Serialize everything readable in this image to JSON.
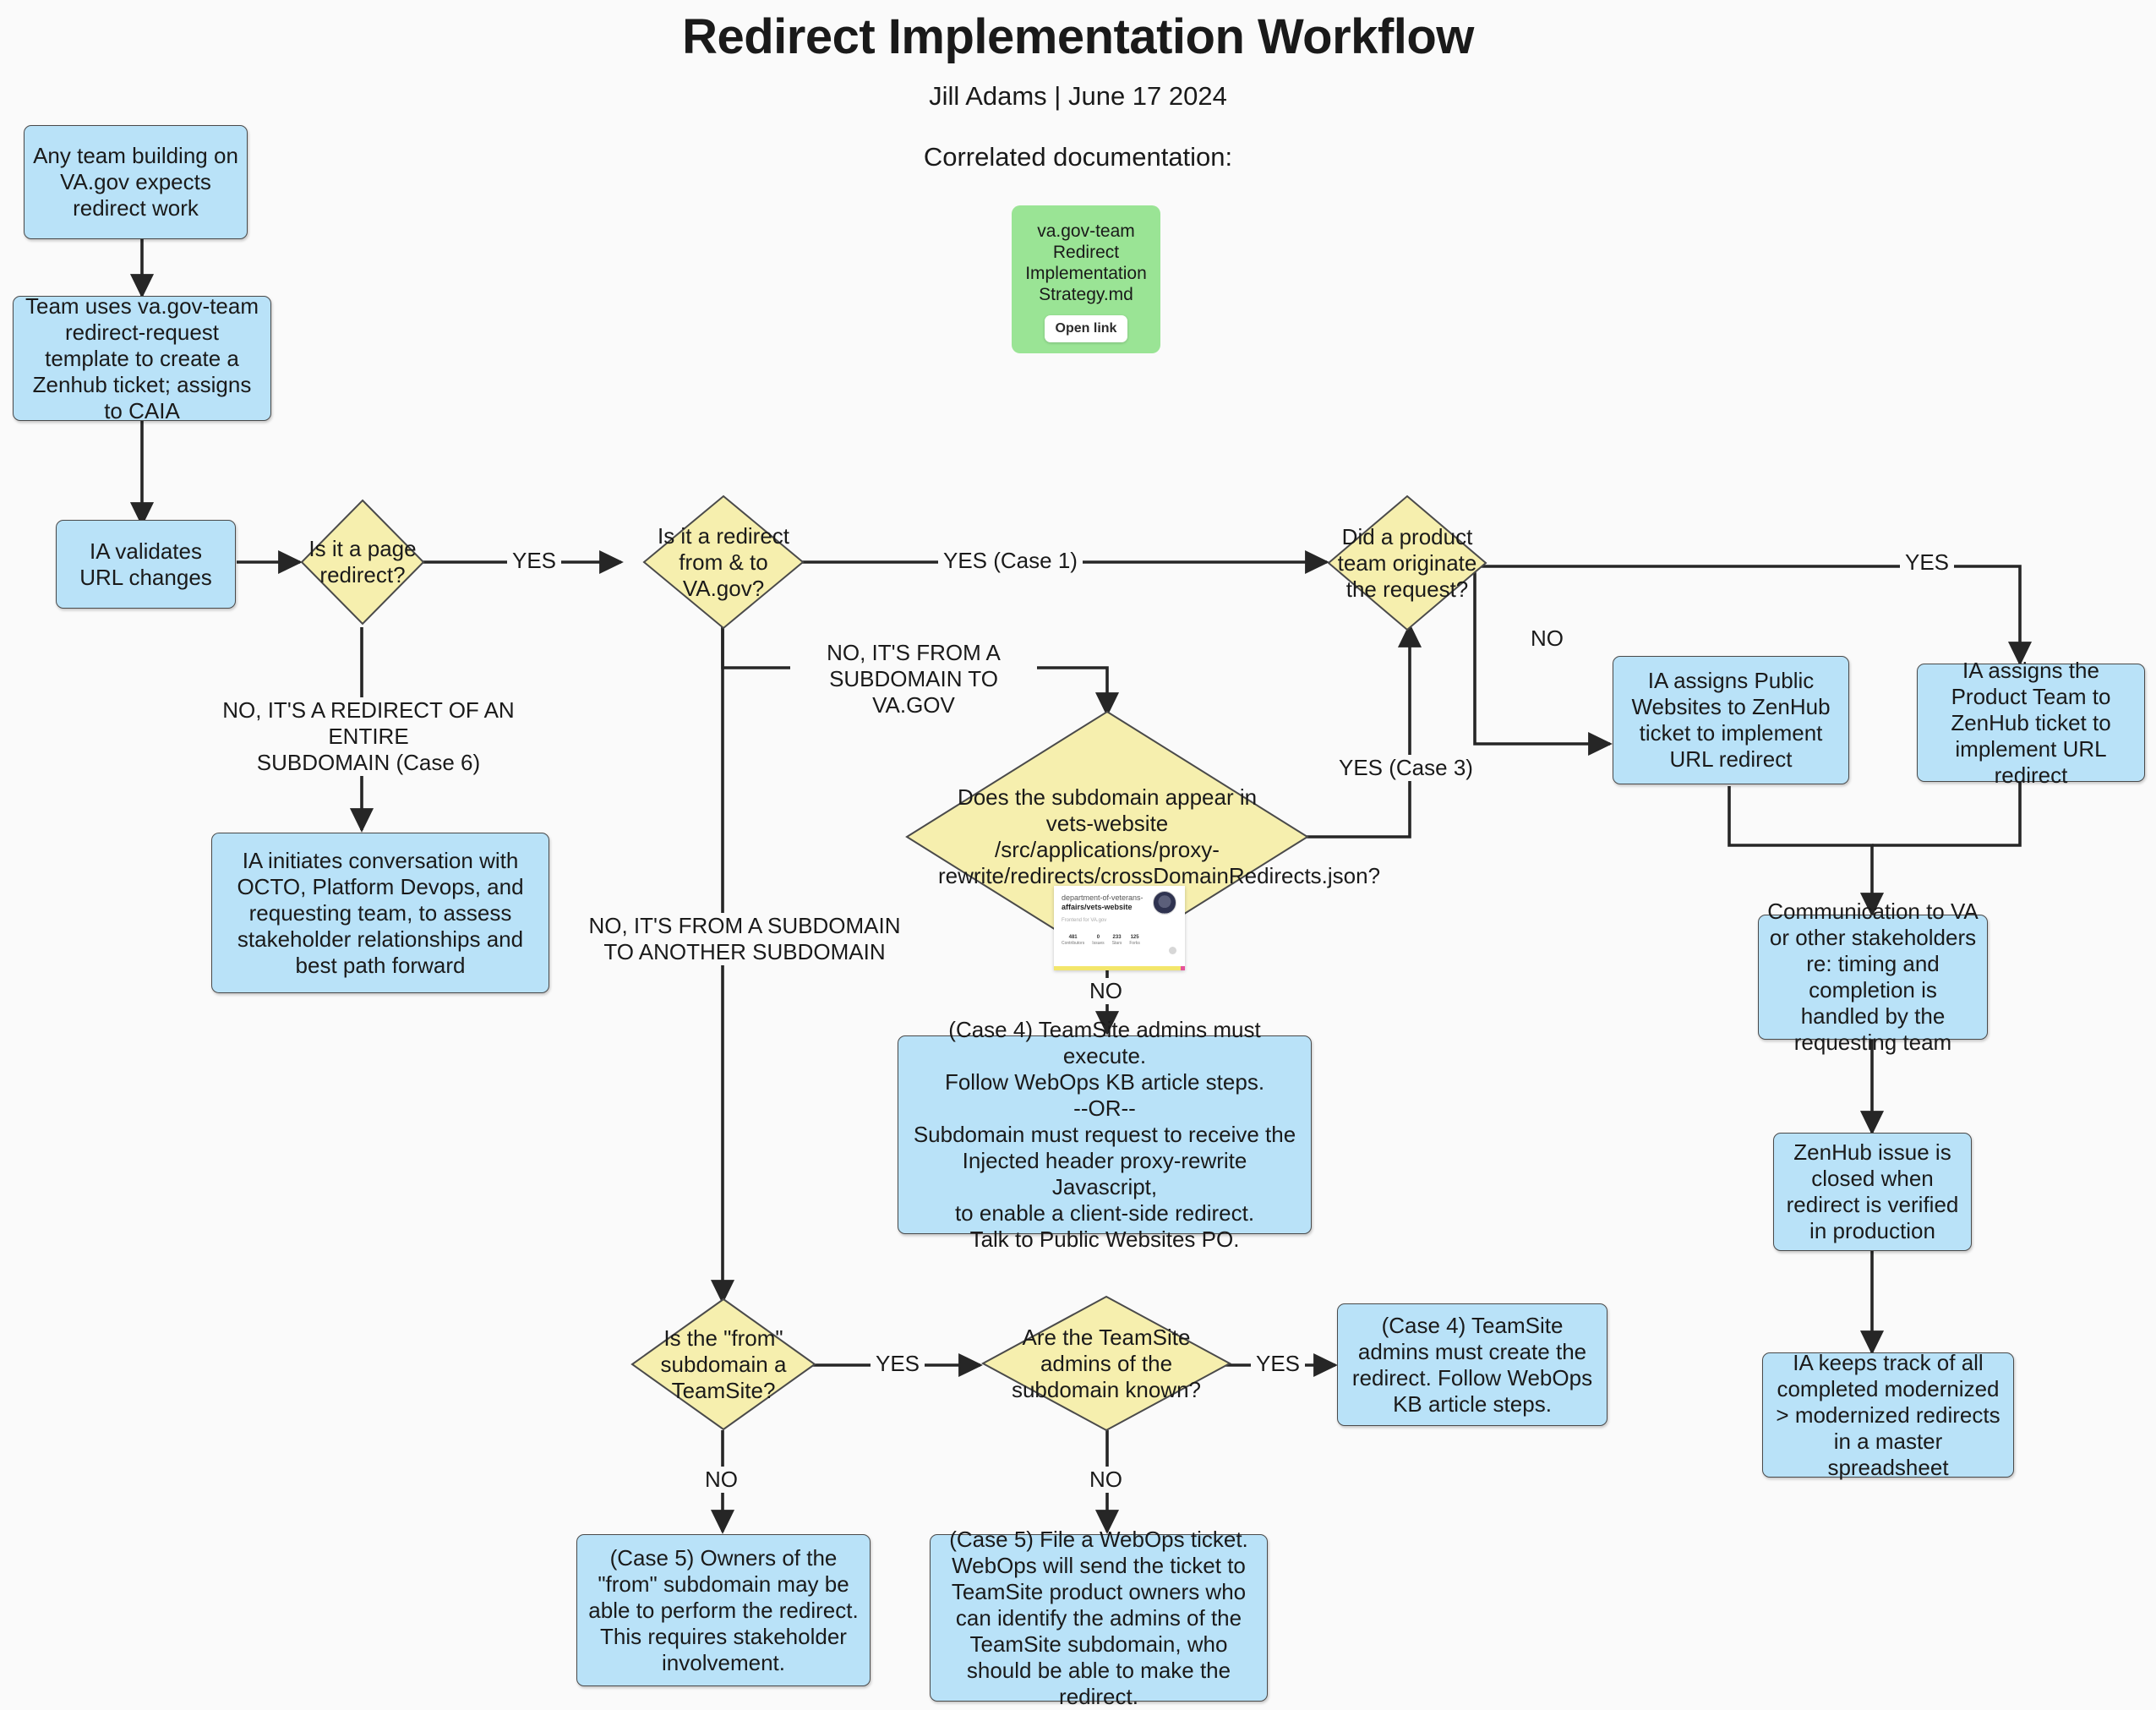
{
  "header": {
    "title": "Redirect Implementation Workflow",
    "byline": "Jill Adams | June 17 2024",
    "correlated_label": "Correlated documentation:"
  },
  "doc_card": {
    "title": "va.gov-team Redirect Implementation Strategy.md",
    "open_link_label": "Open link",
    "color": "#9ae495"
  },
  "github_card": {
    "owner": "department-of-veterans-",
    "repo_line": "affairs/vets-website",
    "tagline": "Frontend for VA.gov",
    "stats": [
      {
        "value": "481",
        "label": "Contributors"
      },
      {
        "value": "0",
        "label": "Issues"
      },
      {
        "value": "233",
        "label": "Stars"
      },
      {
        "value": "125",
        "label": "Forks"
      }
    ],
    "lang_color": "#f3e66b"
  },
  "colors": {
    "process_fill": "#b9e2f8",
    "decision_fill": "#f6efae",
    "stroke": "#4a4a4a",
    "edge": "#262626",
    "background": "#fafafa"
  },
  "nodes": {
    "start": "Any team building on VA.gov expects redirect work",
    "template": "Team uses va.gov-team redirect-request template to create a Zenhub ticket; assigns to CAIA",
    "validate": "IA validates URL changes",
    "d_page_redirect": "Is it a page redirect?",
    "d_from_to_vagov": "Is it a redirect from & to VA.gov?",
    "d_product_team": "Did a product team originate the request?",
    "d_subdomain_json": "Does the subdomain appear in vets-website /src/applications/proxy-rewrite/redirects/crossDomainRedirects.json?",
    "d_from_teamsite": "Is the \"from\" subdomain a TeamSite?",
    "d_admins_known": "Are the TeamSite admins of the subdomain known?",
    "ia_conversation": "IA initiates conversation with OCTO, Platform Devops, and requesting team, to assess stakeholder relationships and best path forward",
    "ia_public_websites": "IA assigns Public Websites to ZenHub ticket to implement URL redirect",
    "ia_product_team": "IA assigns the Product Team to ZenHub ticket to implement URL redirect",
    "communication": "Communication to VA or other stakeholders re: timing and completion is handled by the requesting team",
    "zenhub_closed": "ZenHub issue is closed when redirect is verified in production",
    "ia_tracking": "IA keeps track of all completed modernized > modernized redirects in a master spreadsheet",
    "case4_long": "(Case 4) TeamSite admins must execute.\nFollow WebOps KB article steps.\n--OR--\nSubdomain must request to receive the\nInjected header proxy-rewrite Javascript,\nto enable a client-side redirect.\nTalk to Public Websites PO.",
    "case4_short": "(Case 4) TeamSite admins must create the redirect. Follow WebOps KB article steps.",
    "case5_owners": "(Case 5) Owners of the \"from\" subdomain may be able to perform the redirect. This requires stakeholder involvement.",
    "case5_webops": "(Case 5) File a WebOps ticket. WebOps will send the ticket to TeamSite product owners who can identify the admins of the TeamSite subdomain, who should be able to make the redirect."
  },
  "edge_labels": {
    "yes_page": "YES",
    "no_entire_subdomain": "NO, IT'S A REDIRECT OF AN ENTIRE\nSUBDOMAIN (Case 6)",
    "yes_case1": "YES (Case 1)",
    "no_subdomain_to_vagov": "NO, IT'S FROM A\nSUBDOMAIN TO VA.GOV",
    "no_subdomain_to_subdomain": "NO, IT'S FROM A SUBDOMAIN\nTO ANOTHER SUBDOMAIN",
    "yes_case3": "YES (Case 3)",
    "no_json": "NO",
    "yes_product": "YES",
    "no_product": "NO",
    "yes_teamsite": "YES",
    "no_teamsite": "NO",
    "yes_admins": "YES",
    "no_admins": "NO"
  }
}
